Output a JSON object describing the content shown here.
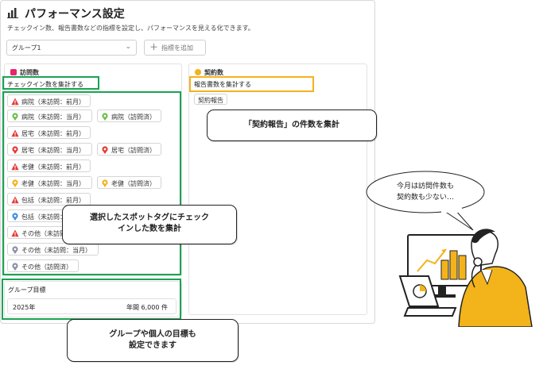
{
  "header": {
    "title": "パフォーマンス設定",
    "subtitle": "チェックイン数、報告書数などの指標を設定し、パフォーマンスを見える化できます。"
  },
  "toolbar": {
    "group_select_value": "グループ1",
    "add_metric_label": "指標を追加"
  },
  "visit_card": {
    "title": "訪問数",
    "color": "#e8256e",
    "sub_label": "チェックイン数を集計する",
    "tags": [
      {
        "label": "病院（未訪問：前月）",
        "icon": "warning-icon"
      },
      {
        "label": "病院（未訪問：当月）",
        "icon": "green-pin-icon"
      },
      {
        "label": "病院（訪問済）",
        "icon": "green-pin-icon"
      },
      {
        "label": "居宅（未訪問：前月）",
        "icon": "warning-icon"
      },
      {
        "label": "居宅（未訪問：当月）",
        "icon": "red-pin-icon"
      },
      {
        "label": "居宅（訪問済）",
        "icon": "red-pin-icon"
      },
      {
        "label": "老健（未訪問：前月）",
        "icon": "warning-icon"
      },
      {
        "label": "老健（未訪問：当月）",
        "icon": "yellow-pin-icon"
      },
      {
        "label": "老健（訪問済）",
        "icon": "yellow-pin-icon"
      },
      {
        "label": "包括（未訪問：前月）",
        "icon": "warning-icon"
      },
      {
        "label": "包括（未訪問：当月）",
        "icon": "blue-pin-icon"
      },
      {
        "label": "その他（未訪問：前月）",
        "icon": "warning-icon"
      },
      {
        "label": "その他（未訪問：当月）",
        "icon": "gray-pin-icon"
      },
      {
        "label": "その他（訪問済）",
        "icon": "gray-pin-icon"
      }
    ]
  },
  "contract_card": {
    "title": "契約数",
    "color": "#f3b31b",
    "sub_label": "報告書数を集計する",
    "tag": "契約報告"
  },
  "group_target": {
    "title": "グループ目標",
    "year": "2025年",
    "value": "年間 6,000 件"
  },
  "callouts": {
    "contract": "「契約報告」の件数を集計",
    "spot_tags_line1": "選択したスポットタグにチェック",
    "spot_tags_line2": "インした数を集計",
    "targets_line1": "グループや個人の目標も",
    "targets_line2": "設定できます",
    "thought_line1": "今月は訪問件数も",
    "thought_line2": "契約数も少ない…"
  },
  "colors": {
    "highlight_green": "#1aa352",
    "highlight_yellow": "#f3b31b",
    "warning_red": "#e53935"
  }
}
